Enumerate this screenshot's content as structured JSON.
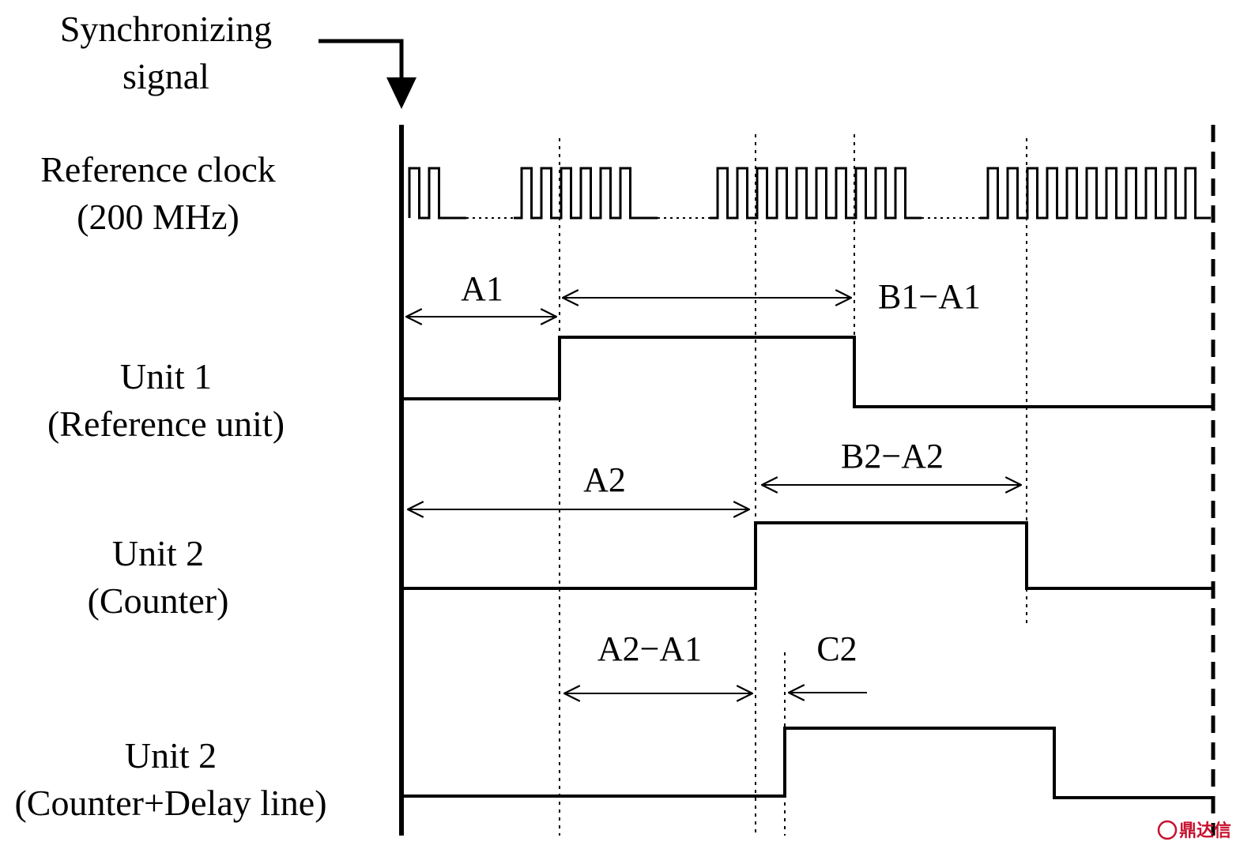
{
  "sync": {
    "line1": "Synchronizing",
    "line2": "signal"
  },
  "clock": {
    "line1": "Reference clock",
    "line2": "(200 MHz)"
  },
  "unit1": {
    "line1": "Unit 1",
    "line2": "(Reference unit)"
  },
  "unit2": {
    "line1": "Unit 2",
    "line2": "(Counter)"
  },
  "unit3": {
    "line1": "Unit 2",
    "line2": "(Counter+Delay line)"
  },
  "annotations": {
    "a1": "A1",
    "b1a1": "B1−A1",
    "a2": "A2",
    "b2a2": "B2−A2",
    "a2a1": "A2−A1",
    "c2": "C2"
  },
  "watermark": {
    "text": "鼎达信"
  }
}
